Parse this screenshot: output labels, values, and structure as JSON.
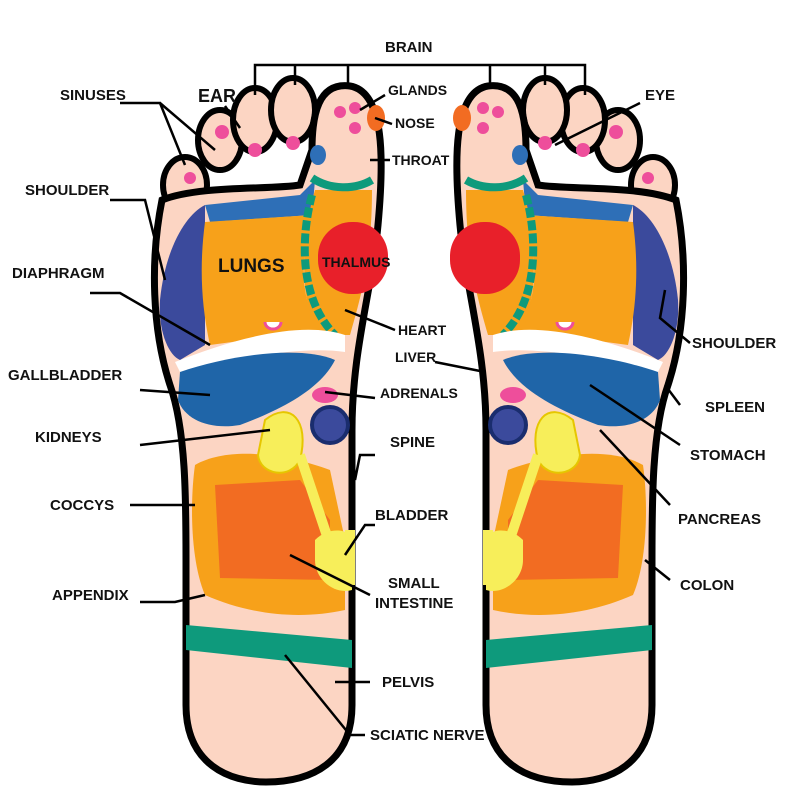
{
  "labels": {
    "brain": "BRAIN",
    "sinuses": "SINUSES",
    "ear": "EAR",
    "glands": "GLANDS",
    "nose": "NOSE",
    "throat": "THROAT",
    "eye": "EYE",
    "shoulder_left": "SHOULDER",
    "lungs": "LUNGS",
    "thalmus": "THALMUS",
    "diaphragm": "DIAPHRAGM",
    "heart": "HEART",
    "liver": "LIVER",
    "gallbladder": "GALLBLADDER",
    "adrenals": "ADRENALS",
    "kidneys": "KIDNEYS",
    "spine": "SPINE",
    "coccys": "COCCYS",
    "bladder": "BLADDER",
    "small_intestine_1": "SMALL",
    "small_intestine_2": "INTESTINE",
    "appendix": "APPENDIX",
    "pelvis": "PELVIS",
    "sciatic_nerve": "SCIATIC NERVE",
    "shoulder_right": "SHOULDER",
    "spleen": "SPLEEN",
    "stomach": "STOMACH",
    "pancreas": "PANCREAS",
    "colon": "COLON"
  },
  "colors": {
    "skin": "#fcd5c3",
    "orange": "#f7a11a",
    "dark_orange": "#f26c22",
    "blue": "#2e6fb7",
    "navy": "#3b4a9c",
    "red": "#e8202a",
    "green": "#0e9a7c",
    "yellow": "#f7ee5a",
    "pink": "#ee4e9b",
    "outline": "#000000"
  }
}
